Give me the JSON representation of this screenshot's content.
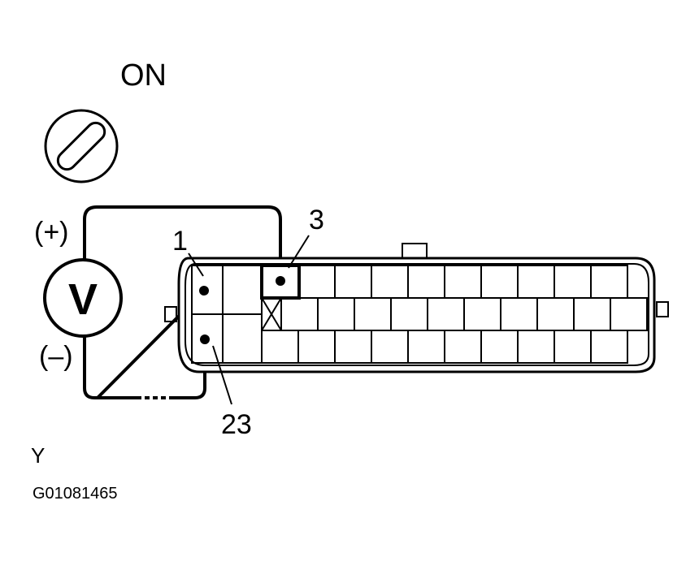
{
  "ignition_state": "ON",
  "meter": {
    "symbol": "V",
    "positive_label": "(+)",
    "negative_label": "(–)"
  },
  "terminals": {
    "t1": "1",
    "t3": "3",
    "t23": "23"
  },
  "footer": {
    "note": "Y",
    "figure_code": "G01081465"
  }
}
